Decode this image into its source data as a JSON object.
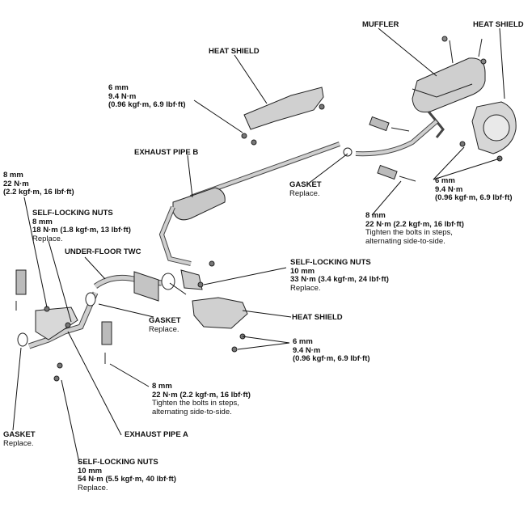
{
  "labels": {
    "muffler": {
      "title": "MUFFLER"
    },
    "heat_shield_rear": {
      "title": "HEAT SHIELD"
    },
    "heat_shield_upper": {
      "title": "HEAT SHIELD"
    },
    "torque_upper_shield": {
      "l1": "6 mm",
      "l2": "9.4 N·m",
      "l3": "(0.96 kgf·m, 6.9 lbf·ft)"
    },
    "exhaust_pipe_b": {
      "title": "EXHAUST PIPE B"
    },
    "torque_left_8mm": {
      "l1": "8 mm",
      "l2": "22 N·m",
      "l3": "(2.2 kgf·m, 16 lbf·ft)"
    },
    "self_locking_nuts_8mm": {
      "l1": "SELF-LOCKING NUTS",
      "l2": "8 mm",
      "l3": "18 N·m (1.8 kgf·m, 13 lbf·ft)",
      "l4": "Replace."
    },
    "under_floor_twc": {
      "title": "UNDER-FLOOR TWC"
    },
    "gasket_center": {
      "title": "GASKET",
      "note": "Replace."
    },
    "gasket_twc": {
      "title": "GASKET",
      "note": "Replace."
    },
    "torque_muffler_6mm": {
      "l1": "6 mm",
      "l2": "9.4 N·m",
      "l3": "(0.96 kgf·m, 6.9 lbf·ft)"
    },
    "torque_muffler_8mm": {
      "l1": "8 mm",
      "l2": "22 N·m (2.2 kgf·m, 16 lbf·ft)",
      "l3": "Tighten the bolts in steps,",
      "l4": "alternating side-to-side."
    },
    "self_locking_nuts_10mm_right": {
      "l1": "SELF-LOCKING NUTS",
      "l2": "10 mm",
      "l3": "33 N·m (3.4 kgf·m, 24 lbf·ft)",
      "l4": "Replace."
    },
    "heat_shield_lower": {
      "title": "HEAT SHIELD"
    },
    "torque_lower_shield": {
      "l1": "6 mm",
      "l2": "9.4 N·m",
      "l3": "(0.96 kgf·m, 6.9 lbf·ft)"
    },
    "torque_pipe_a_8mm": {
      "l1": "8 mm",
      "l2": "22 N·m (2.2 kgf·m, 16 lbf·ft)",
      "l3": "Tighten the bolts in steps,",
      "l4": "alternating side-to-side."
    },
    "exhaust_pipe_a": {
      "title": "EXHAUST PIPE A"
    },
    "gasket_front": {
      "title": "GASKET",
      "note": "Replace."
    },
    "self_locking_nuts_10mm_bottom": {
      "l1": "SELF-LOCKING NUTS",
      "l2": "10 mm",
      "l3": "54 N·m (5.5 kgf·m, 40 lbf·ft)",
      "l4": "Replace."
    }
  }
}
